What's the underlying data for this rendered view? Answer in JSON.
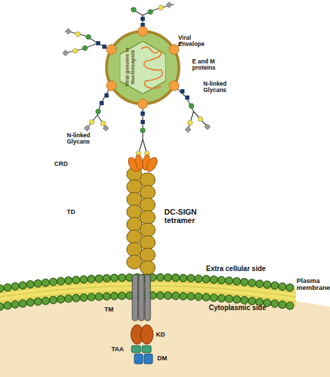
{
  "diagram": {
    "nodes": [
      {
        "text": [
          "Viral genome in Nucleocapsid"
        ]
      }
    ],
    "labels": [
      "Viral Envelope",
      "E and M proteins",
      "N-linked Glycans",
      "N-linked Glycans",
      "CRD",
      "TD",
      "DC-SIGN tetramer",
      "Extra cellular side",
      "Plasma membrane",
      "Cytoplasmic side",
      "TM",
      "KD",
      "TAA",
      "DM"
    ]
  }
}
